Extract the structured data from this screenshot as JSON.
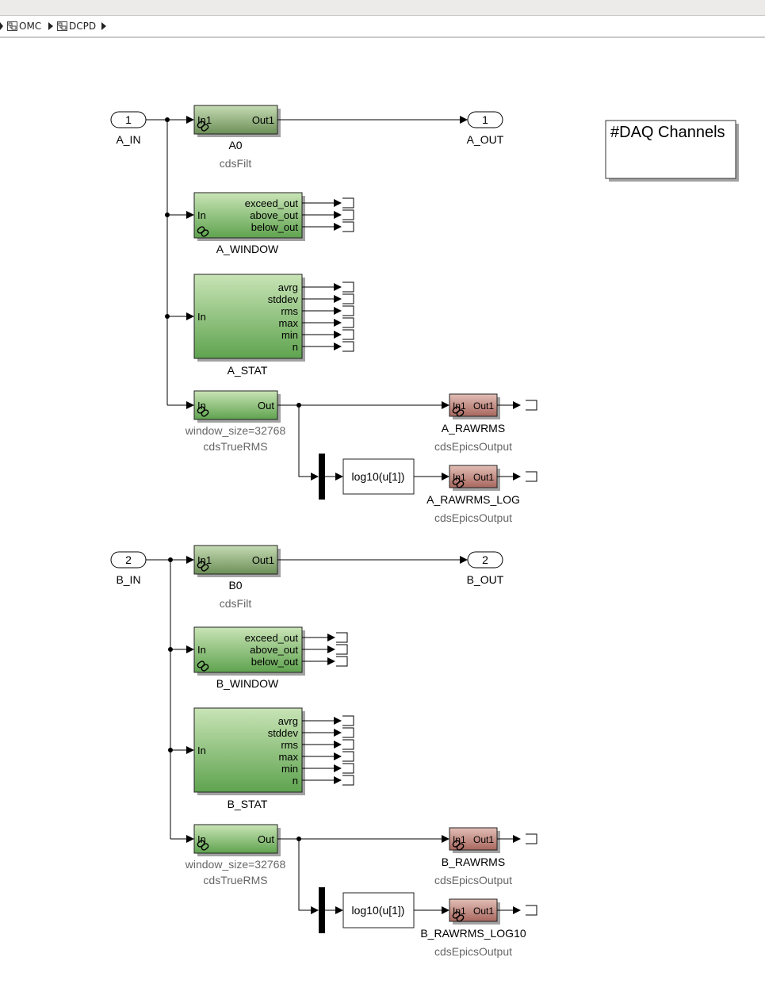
{
  "breadcrumb": {
    "items": [
      {
        "label": "OMC"
      },
      {
        "label": "DCPD"
      }
    ]
  },
  "annotation": {
    "text": "#DAQ Channels"
  },
  "groups": [
    {
      "id": "a",
      "inport": {
        "number": "1",
        "name": "A_IN"
      },
      "filter": {
        "name": "A0",
        "lib": "cdsFilt",
        "in": "In1",
        "out": "Out1"
      },
      "outport": {
        "number": "1",
        "name": "A_OUT"
      },
      "window": {
        "name": "A_WINDOW",
        "in": "In",
        "outs": [
          "exceed_out",
          "above_out",
          "below_out"
        ]
      },
      "stat": {
        "name": "A_STAT",
        "in": "In",
        "outs": [
          "avrg",
          "stddev",
          "rms",
          "max",
          "min",
          "n"
        ]
      },
      "truerms": {
        "in": "In",
        "out": "Out",
        "param": "window_size=32768",
        "lib": "cdsTrueRMS"
      },
      "epics1": {
        "name": "A_RAWRMS",
        "lib": "cdsEpicsOutput",
        "in": "In1",
        "out": "Out1"
      },
      "fcn": {
        "expr": "log10(u[1])"
      },
      "epics2": {
        "name": "A_RAWRMS_LOG",
        "lib": "cdsEpicsOutput",
        "in": "In1",
        "out": "Out1"
      }
    },
    {
      "id": "b",
      "inport": {
        "number": "2",
        "name": "B_IN"
      },
      "filter": {
        "name": "B0",
        "lib": "cdsFilt",
        "in": "In1",
        "out": "Out1"
      },
      "outport": {
        "number": "2",
        "name": "B_OUT"
      },
      "window": {
        "name": "B_WINDOW",
        "in": "In",
        "outs": [
          "exceed_out",
          "above_out",
          "below_out"
        ]
      },
      "stat": {
        "name": "B_STAT",
        "in": "In",
        "outs": [
          "avrg",
          "stddev",
          "rms",
          "max",
          "min",
          "n"
        ]
      },
      "truerms": {
        "in": "In",
        "out": "Out",
        "param": "window_size=32768",
        "lib": "cdsTrueRMS"
      },
      "epics1": {
        "name": "B_RAWRMS",
        "lib": "cdsEpicsOutput",
        "in": "In1",
        "out": "Out1"
      },
      "fcn": {
        "expr": "log10(u[1])"
      },
      "epics2": {
        "name": "B_RAWRMS_LOG10",
        "lib": "cdsEpicsOutput",
        "in": "In1",
        "out": "Out1"
      }
    }
  ],
  "colors": {
    "block_green_top": "#c9e4b6",
    "block_green_bottom": "#5fa34f",
    "filter_green_top": "#c6dbb4",
    "filter_green_bottom": "#6c8f57",
    "epics_top": "#e2beb6",
    "epics_bottom": "#a8675e",
    "lib_text": "#666666"
  }
}
